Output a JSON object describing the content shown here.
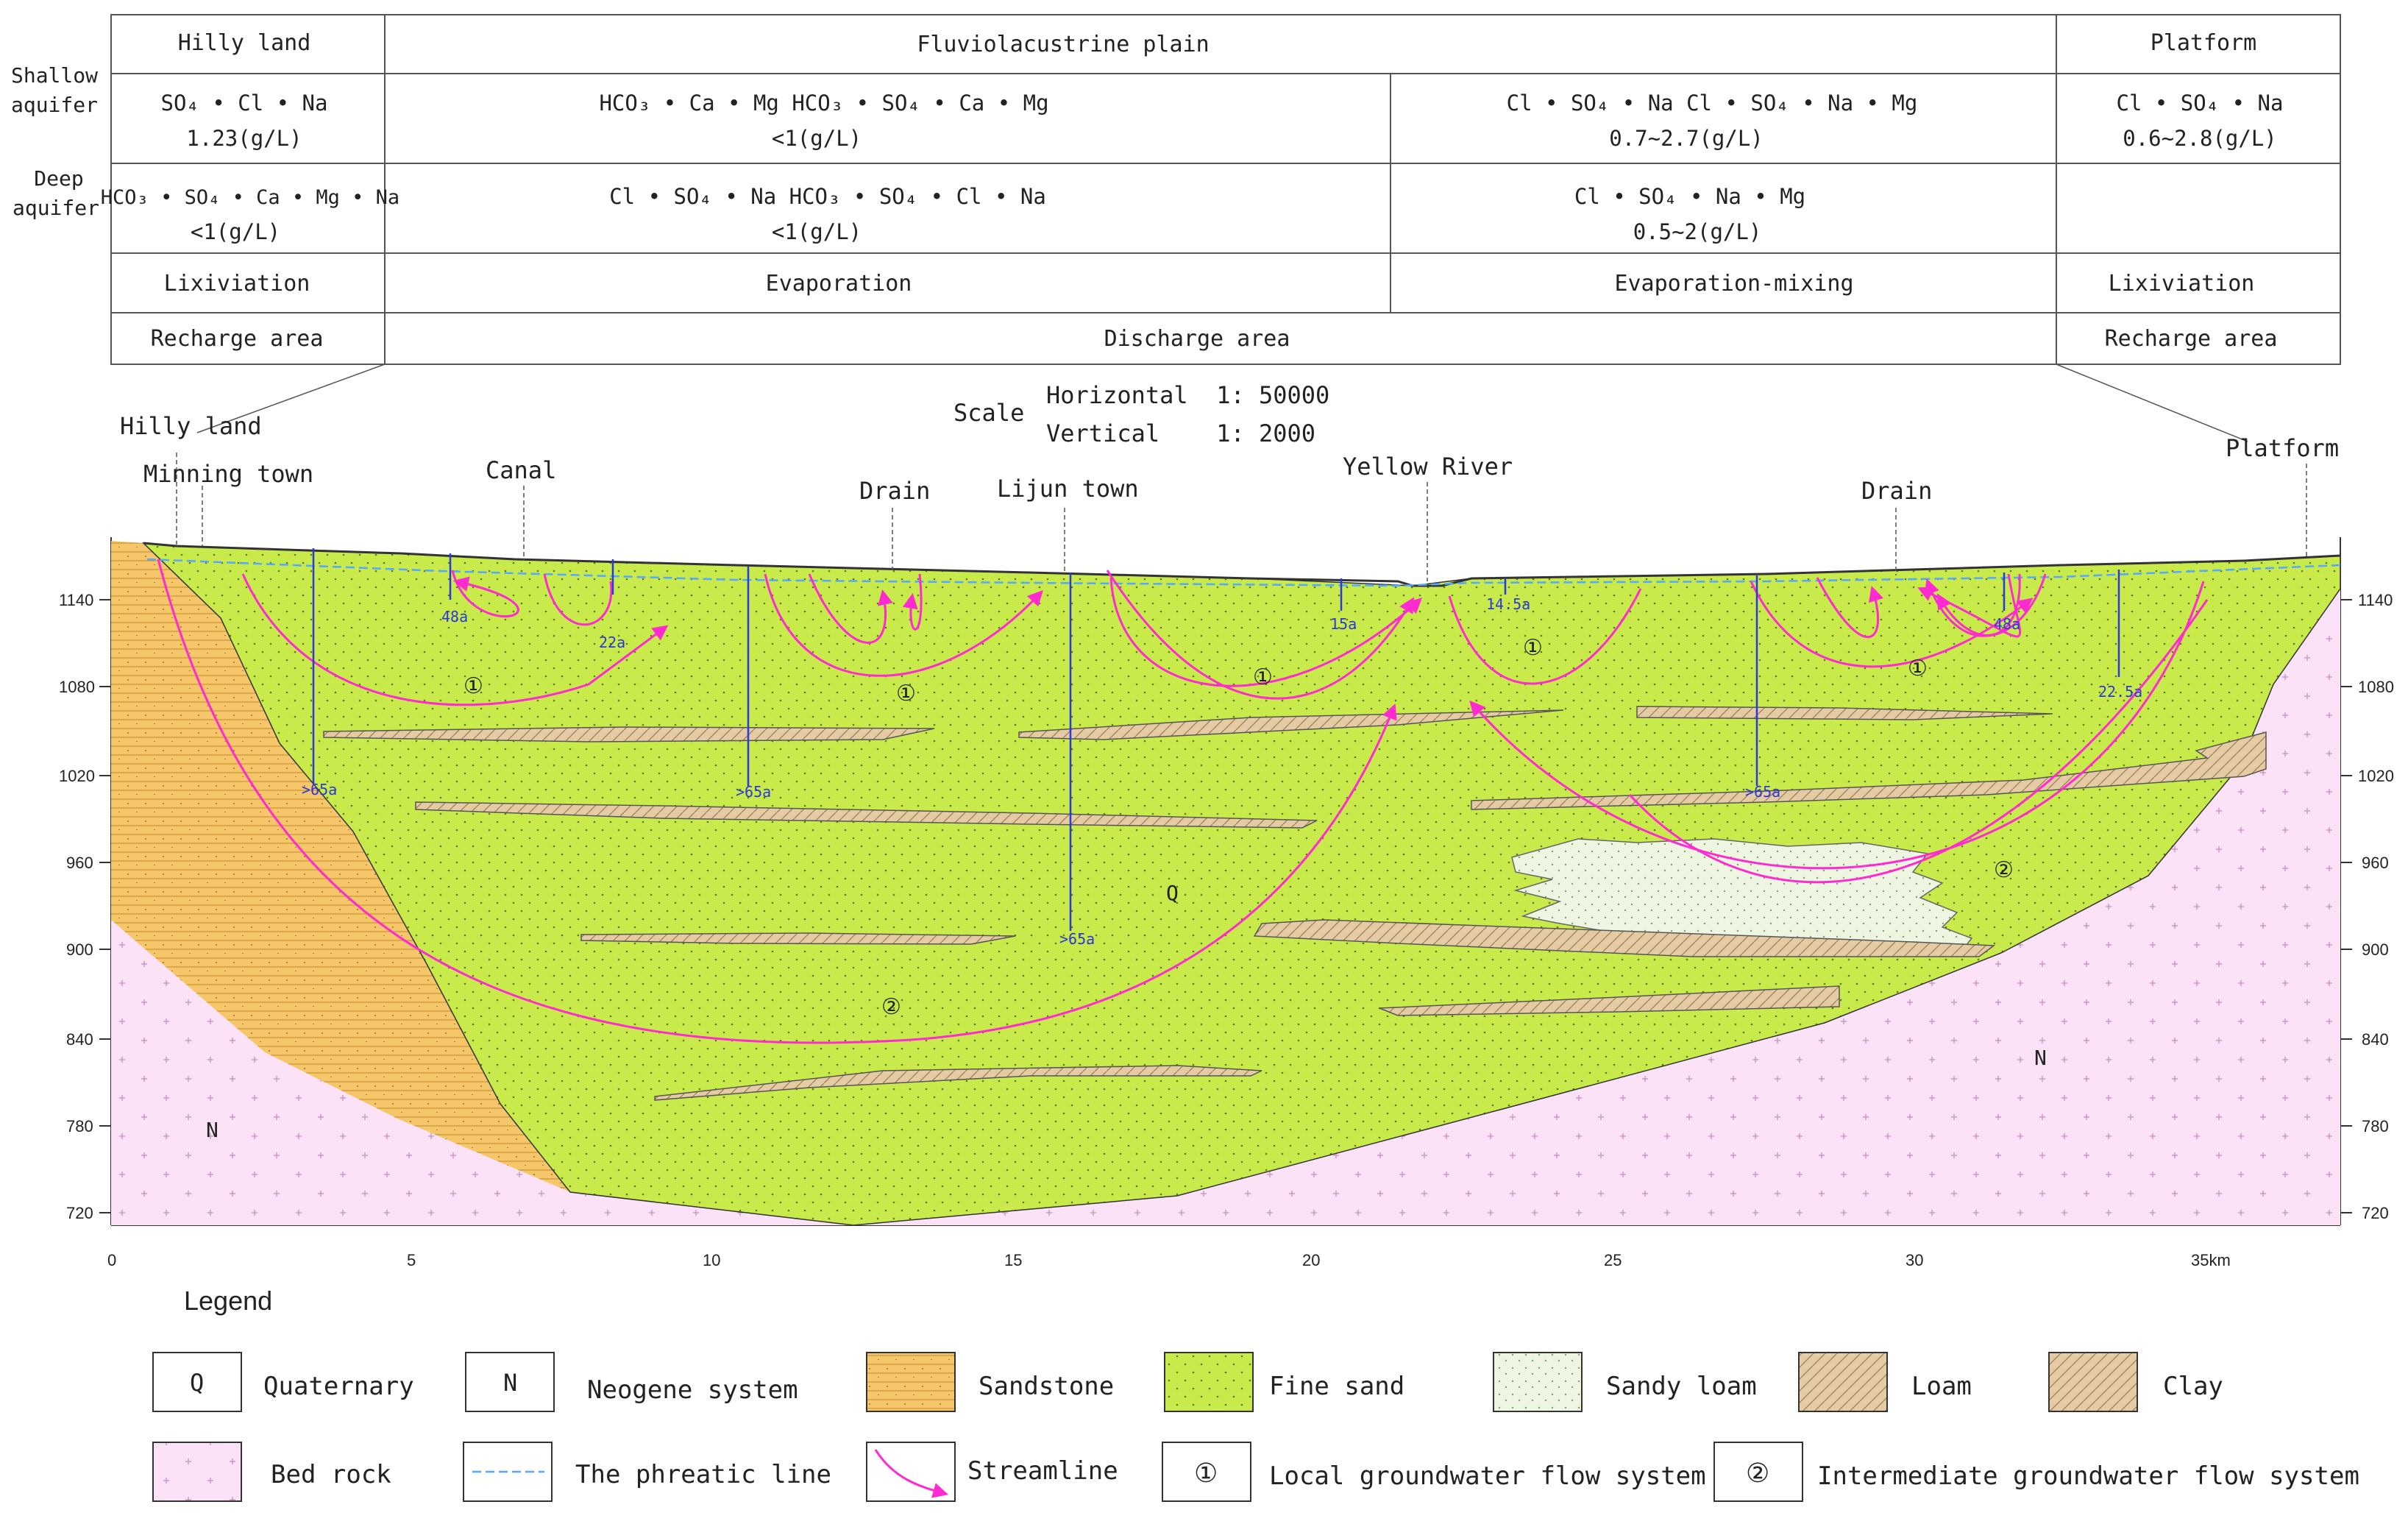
{
  "table": {
    "row_labels": {
      "shallow": "Shallow\naquifer",
      "deep": "Deep\naquifer"
    },
    "zones": [
      {
        "name": "Hilly land",
        "shallow": [
          "SO₄ • Cl • Na",
          "1.23(g/L)"
        ],
        "deep": [
          "HCO₃ • SO₄ • Ca • Mg • Na",
          "<1(g/L)"
        ],
        "process": "Lixiviation",
        "area": "Recharge area"
      },
      {
        "name": "Fluviolacustrine plain",
        "shallow_left": [
          "HCO₃ • Ca • Mg      HCO₃ • SO₄ • Ca • Mg",
          "<1(g/L)"
        ],
        "shallow_right": [
          "Cl • SO₄ • Na      Cl • SO₄ • Na • Mg",
          "0.7~2.7(g/L)"
        ],
        "deep_left": [
          "Cl • SO₄ • Na      HCO₃ • SO₄ • Cl • Na",
          "<1(g/L)"
        ],
        "deep_right": [
          "Cl • SO₄ • Na • Mg",
          "0.5~2(g/L)"
        ],
        "process_left": "Evaporation",
        "process_right": "Evaporation-mixing",
        "area": "Discharge area"
      },
      {
        "name": "Platform",
        "shallow": [
          "Cl • SO₄ • Na",
          "0.6~2.8(g/L)"
        ],
        "process": "Lixiviation",
        "area": "Recharge area"
      }
    ]
  },
  "scale": {
    "label": "Scale",
    "horizontal": "Horizontal  1: 50000",
    "vertical": "Vertical    1: 2000"
  },
  "places": [
    "Hilly land",
    "Minning town",
    "Canal",
    "Drain",
    "Lijun town",
    "Yellow River",
    "Drain",
    "Platform"
  ],
  "well_ages": [
    "48a",
    "22a",
    ">65a",
    ">65a",
    ">65a",
    "15a",
    "14.5a",
    ">65a",
    "48a",
    "22.5a"
  ],
  "unit_labels": {
    "Q": "Q",
    "N": "N",
    "local": "①",
    "intermediate": "②"
  },
  "axes": {
    "y_ticks": [
      1140,
      1080,
      1020,
      960,
      900,
      840,
      780,
      720
    ],
    "x_ticks": [
      "0",
      "5",
      "10",
      "15",
      "20",
      "25",
      "30",
      "35km"
    ]
  },
  "legend": {
    "title": "Legend",
    "items": [
      {
        "key": "quaternary",
        "symbol": "Q",
        "label": "Quaternary"
      },
      {
        "key": "neogene",
        "symbol": "N",
        "label": "Neogene system"
      },
      {
        "key": "sandstone",
        "label": "Sandstone"
      },
      {
        "key": "finesand",
        "label": "Fine sand"
      },
      {
        "key": "sandyloam",
        "label": "Sandy loam"
      },
      {
        "key": "loam",
        "label": "Loam"
      },
      {
        "key": "clay",
        "label": "Clay"
      },
      {
        "key": "bedrock",
        "label": "Bed rock"
      },
      {
        "key": "phreatic",
        "label": "The phreatic line"
      },
      {
        "key": "streamline",
        "label": "Streamline"
      },
      {
        "key": "local",
        "symbol": "①",
        "label": "Local groundwater flow system"
      },
      {
        "key": "intermediate",
        "symbol": "②",
        "label": "Intermediate groundwater flow system"
      }
    ]
  },
  "colors": {
    "fine_sand": "#c8ea4a",
    "sandstone": "#f6c66a",
    "bedrock": "#fbe2f7",
    "sandy_loam": "#eef6e2",
    "loam": "#e4cba4",
    "streamline": "#ff2bd0",
    "well": "#2a3ad8",
    "phreatic": "#55a8ff"
  }
}
